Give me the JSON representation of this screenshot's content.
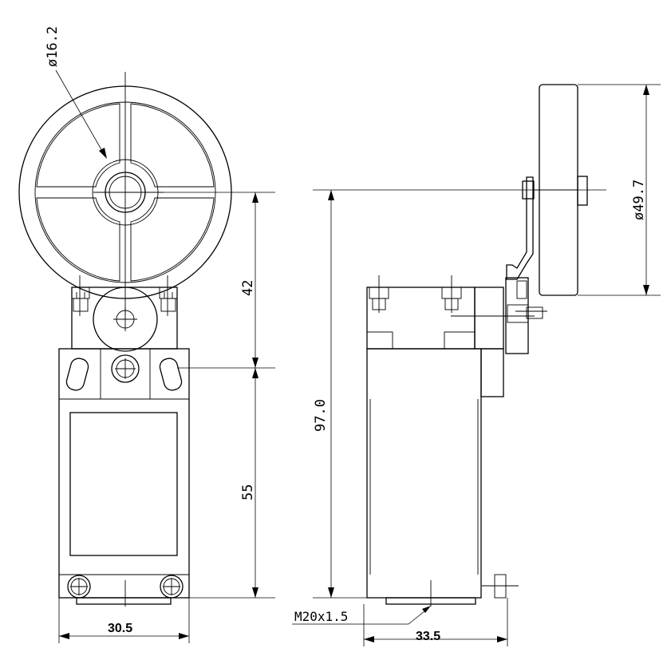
{
  "dimensions": {
    "roller_diameter": "ø16.2",
    "wheel_diameter": "ø49.7",
    "height_top": "42",
    "height_body": "55",
    "total_height": "97.0",
    "width_front": "30.5",
    "width_side": "33.5",
    "thread": "M20x1.5"
  }
}
